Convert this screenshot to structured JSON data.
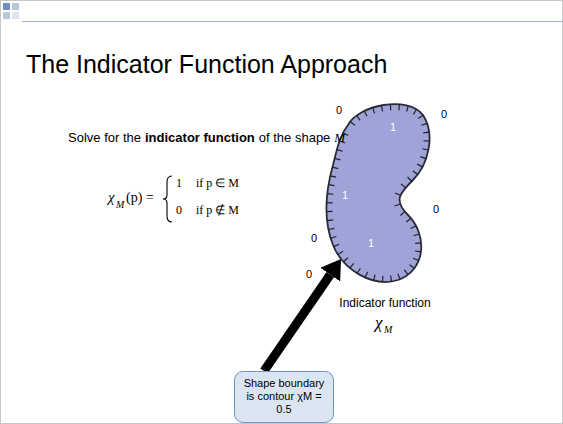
{
  "diagram": {
    "title": "The Indicator Function Approach",
    "nodes": [
      {
        "text": [
          "1",
          "1",
          "1"
        ]
      },
      {
        "text": [
          "Shape boundary is contour χM = 0.5"
        ]
      }
    ],
    "edges": [
      {
        "from": 1,
        "to": 0,
        "arrow": "to"
      }
    ],
    "labels": [
      "Solve for the",
      "indicator function",
      "of the shape",
      "M",
      "χ",
      "M",
      "(p) =",
      "1",
      "if p ∈ M",
      "0",
      "if p ∉ M",
      "0",
      "0",
      "0",
      "0",
      "0",
      "Indicator function",
      "χ",
      "M"
    ]
  }
}
